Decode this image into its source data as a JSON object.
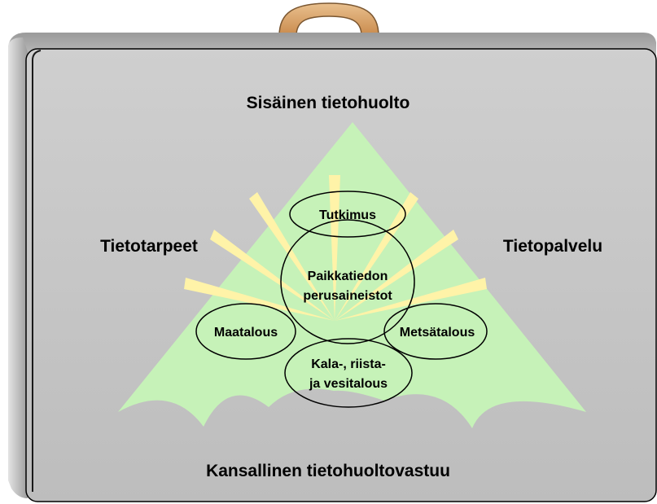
{
  "diagram": {
    "top_label": "Sisäinen tietohuolto",
    "left_label": "Tietotarpeet",
    "right_label": "Tietopalvelu",
    "bottom_label": "Kansallinen tietohuoltovastuu",
    "center_label_line1": "Paikkatiedon",
    "center_label_line2": "perusaineistot",
    "top_ellipse_label": "Tutkimus",
    "left_ellipse_label": "Maatalous",
    "right_ellipse_label": "Metsätalous",
    "bottom_ellipse_line1": "Kala-, riista-",
    "bottom_ellipse_line2": "ja vesitalous"
  },
  "colors": {
    "case_face": "#c8c8c8",
    "case_edge": "#a9a9a9",
    "handle": "#d9a46a",
    "triangle": "#c6f2b8",
    "rays": "#fff2a6"
  }
}
